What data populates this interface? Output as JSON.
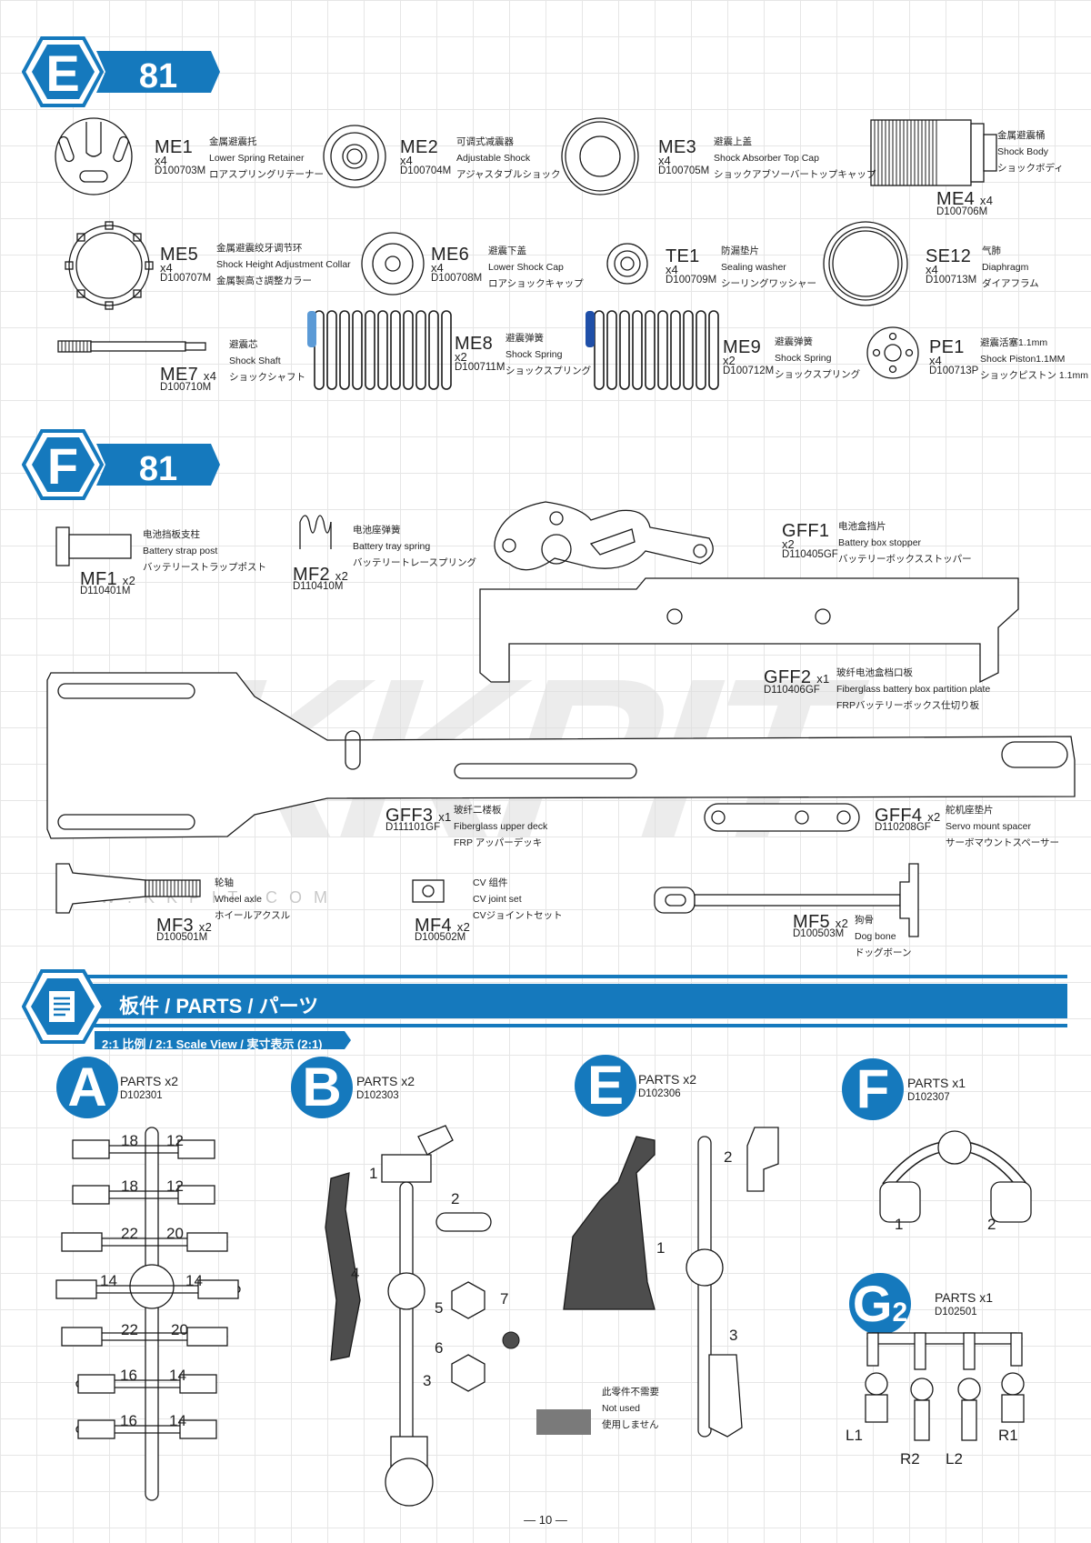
{
  "sections": {
    "e": {
      "letter": "E",
      "number": "81"
    },
    "f": {
      "letter": "F",
      "number": "81"
    }
  },
  "watermark": {
    "logo": "KKPIT",
    "url": "W . K K P I T . C O M"
  },
  "e_parts": [
    {
      "name": "ME1",
      "qty": "x4",
      "code": "D100703M",
      "cn": "金属避震托",
      "en": "Lower Spring Retainer",
      "jp": "ロアスプリングリテーナー"
    },
    {
      "name": "ME2",
      "qty": "x4",
      "code": "D100704M",
      "cn": "可调式减震器",
      "en": "Adjustable Shock",
      "jp": "アジャスタブルショック"
    },
    {
      "name": "ME3",
      "qty": "x4",
      "code": "D100705M",
      "cn": "避震上盖",
      "en": "Shock Absorber Top Cap",
      "jp": "ショックアブソーバートップキャップ"
    },
    {
      "name": "ME4",
      "qty": "x4",
      "code": "D100706M",
      "cn": "金属避震桶",
      "en": "Shock Body",
      "jp": "ショックボディ"
    },
    {
      "name": "ME5",
      "qty": "x4",
      "code": "D100707M",
      "cn": "金属避震绞牙调节环",
      "en": "Shock Height Adjustment Collar",
      "jp": "金属製高さ調整カラー"
    },
    {
      "name": "ME6",
      "qty": "x4",
      "code": "D100708M",
      "cn": "避震下盖",
      "en": "Lower Shock Cap",
      "jp": "ロアショックキャップ"
    },
    {
      "name": "TE1",
      "qty": "x4",
      "code": "D100709M",
      "cn": "防漏垫片",
      "en": "Sealing washer",
      "jp": "シーリングワッシャー"
    },
    {
      "name": "SE12",
      "qty": "x4",
      "code": "D100713M",
      "cn": "气肺",
      "en": "Diaphragm",
      "jp": "ダイアフラム"
    },
    {
      "name": "ME7",
      "qty": "x4",
      "code": "D100710M",
      "cn": "避震芯",
      "en": "Shock Shaft",
      "jp": "ショックシャフト"
    },
    {
      "name": "ME8",
      "qty": "x2",
      "code": "D100711M",
      "cn": "避震弹簧",
      "en": "Shock Spring",
      "jp": "ショックスプリング"
    },
    {
      "name": "ME9",
      "qty": "x2",
      "code": "D100712M",
      "cn": "避震弹簧",
      "en": "Shock Spring",
      "jp": "ショックスプリング"
    },
    {
      "name": "PE1",
      "qty": "x4",
      "code": "D100713P",
      "cn": "避震活塞1.1mm",
      "en": "Shock Piston1.1MM",
      "jp": "ショックピストン 1.1mm"
    }
  ],
  "f_parts": [
    {
      "name": "MF1",
      "qty": "x2",
      "code": "D110401M",
      "cn": "电池挡板支柱",
      "en": "Battery strap post",
      "jp": "バッテリーストラップポスト"
    },
    {
      "name": "MF2",
      "qty": "x2",
      "code": "D110410M",
      "cn": "电池座弹簧",
      "en": "Battery tray spring",
      "jp": "バッテリートレースプリング"
    },
    {
      "name": "GFF1",
      "qty": "x2",
      "code": "D110405GF",
      "cn": "电池盒挡片",
      "en": "Battery box stopper",
      "jp": "バッテリーボックスストッパー"
    },
    {
      "name": "GFF2",
      "qty": "x1",
      "code": "D110406GF",
      "cn": "玻纤电池盒档口板",
      "en": "Fiberglass battery box partition plate",
      "jp": "FRPバッテリーボックス仕切り板"
    },
    {
      "name": "GFF3",
      "qty": "x1",
      "code": "D111101GF",
      "cn": "玻纤二楼板",
      "en": "Fiberglass upper deck",
      "jp": "FRP アッパーデッキ"
    },
    {
      "name": "GFF4",
      "qty": "x2",
      "code": "D110208GF",
      "cn": "舵机座垫片",
      "en": "Servo mount spacer",
      "jp": "サーボマウントスペーサー"
    },
    {
      "name": "MF3",
      "qty": "x2",
      "code": "D100501M",
      "cn": "轮轴",
      "en": "Wheel axle",
      "jp": "ホイールアクスル"
    },
    {
      "name": "MF4",
      "qty": "x2",
      "code": "D100502M",
      "cn": "CV 组件",
      "en": "CV joint set",
      "jp": "CVジョイントセット"
    },
    {
      "name": "MF5",
      "qty": "x2",
      "code": "D100503M",
      "cn": "狗骨",
      "en": "Dog bone",
      "jp": "ドッグボーン"
    }
  ],
  "parts_banner": {
    "title": "板件 / PARTS  / パーツ",
    "scale": "2:1 比例 / 2:1 Scale View / 実寸表示 (2:1)"
  },
  "trees": {
    "A": {
      "letter": "A",
      "parts": "PARTS x2",
      "code": "D102301",
      "labels": [
        "18",
        "12",
        "18",
        "12",
        "22",
        "20",
        "14",
        "14",
        "22",
        "20",
        "16",
        "14",
        "16",
        "14"
      ]
    },
    "B": {
      "letter": "B",
      "parts": "PARTS x2",
      "code": "D102303",
      "labels": [
        "1",
        "2",
        "4",
        "5",
        "7",
        "6",
        "3"
      ]
    },
    "E": {
      "letter": "E",
      "parts": "PARTS x2",
      "code": "D102306",
      "labels": [
        "2",
        "1",
        "3"
      ]
    },
    "F": {
      "letter": "F",
      "parts": "PARTS x1",
      "code": "D102307",
      "labels": [
        "1",
        "2"
      ]
    },
    "G": {
      "letter": "G",
      "sub": "2",
      "parts": "PARTS x1",
      "code": "D102501",
      "labels": [
        "L1",
        "R1",
        "R2",
        "L2"
      ]
    }
  },
  "not_used": {
    "cn": "此零件不需要",
    "en": "Not used",
    "jp": "使用しません"
  },
  "page_number": "10",
  "colors": {
    "brand_blue": "#1579bd",
    "spring_light": "#5b9ad6",
    "spring_dark": "#1f4fa8",
    "not_used_gray": "#7a7a7a"
  }
}
